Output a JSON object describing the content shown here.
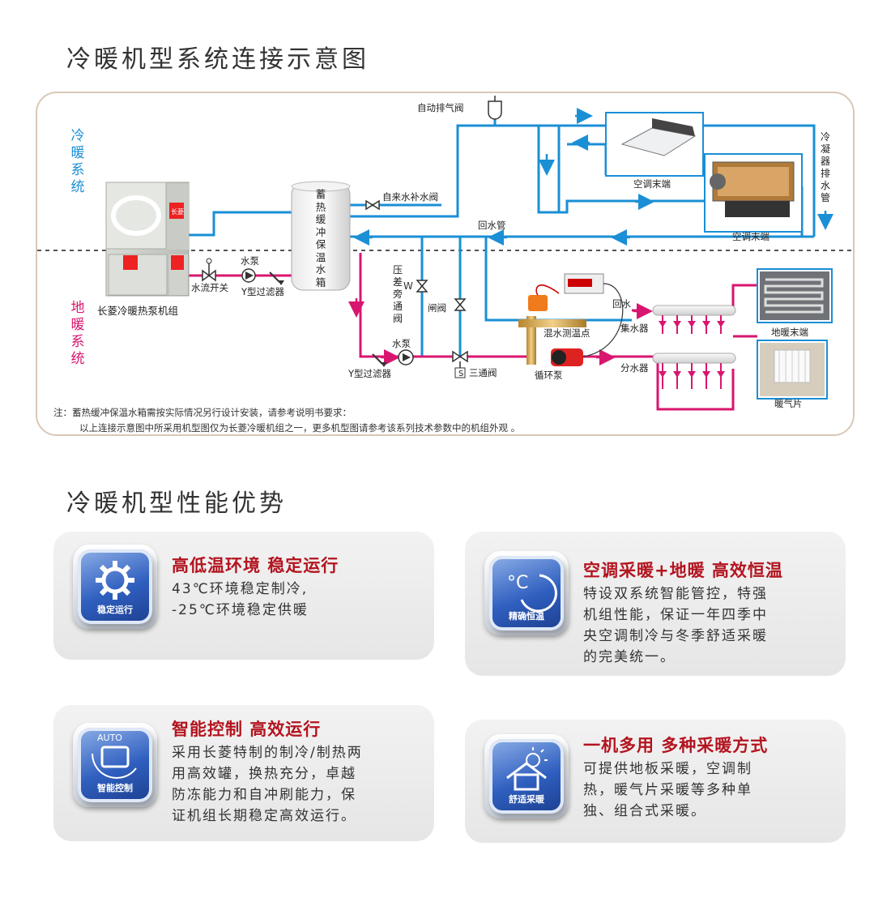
{
  "section1": {
    "title": "冷暖机型系统连接示意图"
  },
  "section2": {
    "title": "冷暖机型性能优势"
  },
  "diagram": {
    "cooling_heating_label": "冷暖系统",
    "floor_heating_label": "地暖系统",
    "labels": {
      "auto_vent": "自动排气阀",
      "ac_terminal_1": "空调末端",
      "ac_terminal_2": "空调末端",
      "condensate": "冷凝器排水管",
      "tank": "蓄热缓冲保温水箱",
      "makeup_valve": "自来水补水阀",
      "return_pipe": "回水管",
      "flow_switch": "水流开关",
      "pump_top": "水泵",
      "y_filter_top": "Y型过滤器",
      "unit": "长菱冷暖热泵机组",
      "bypass_valve": "压差旁通阀",
      "gate_valve": "闸阀",
      "return_water": "回水",
      "collector": "集水器",
      "mix_point": "混水测温点",
      "floor_terminal": "地暖末端",
      "pump_bottom": "水泵",
      "y_filter_bottom": "Y型过滤器",
      "three_way": "三通阀",
      "circ_pump": "循环泵",
      "distributor": "分水器",
      "radiator": "暖气片",
      "brand": "长菱",
      "s_mark": "S"
    },
    "note_line1": "注：蓄热缓冲保温水箱需按实际情况另行设计安装，请参考说明书要求：",
    "note_line2": "以上连接示意图中所采用机型图仅为长菱冷暖机组之一，更多机型图请参考该系列技术参数中的机组外观 。"
  },
  "colors": {
    "blue_pipe": "#1a8fd6",
    "pink_pipe": "#d8166f",
    "accent_red": "#b3141f"
  },
  "features": [
    {
      "icon": "gear-icon",
      "icon_label": "稳定运行",
      "title": "高低温环境 稳定运行",
      "text": "43℃环境稳定制冷,\n-25℃环境稳定供暖"
    },
    {
      "icon": "thermometer-icon",
      "icon_label": "精确恒温",
      "title": "空调采暖+地暖 高效恒温",
      "text": "特设双系统智能管控，特强\n机组性能，保证一年四季中\n央空调制冷与冬季舒适采暖\n的完美统一。"
    },
    {
      "icon": "auto-monitor-icon",
      "icon_label": "智能控制",
      "icon_top": "AUTO",
      "title": "智能控制 高效运行",
      "text": "采用长菱特制的制冷/制热两\n用高效罐，换热充分，卓越\n防冻能力和自冲刷能力，保\n证机组长期稳定高效运行。"
    },
    {
      "icon": "house-sun-icon",
      "icon_label": "舒适采暖",
      "title": "一机多用 多种采暖方式",
      "text": "可提供地板采暖，空调制\n热，暖气片采暖等多种单\n独、组合式采暖。"
    }
  ]
}
